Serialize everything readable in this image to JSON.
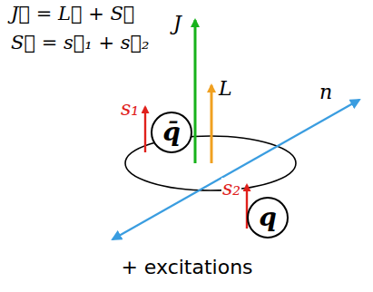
{
  "diagram": {
    "nodes": [
      {
        "text": [
          "q̄"
        ]
      },
      {
        "text": [
          "q"
        ]
      }
    ],
    "labels": [
      "J⃗ = L⃗ + S⃗",
      "S⃗ = s⃗₁ + s⃗₂",
      "J",
      "L",
      "s₁",
      "s₂",
      "n",
      "+ excitations"
    ]
  }
}
